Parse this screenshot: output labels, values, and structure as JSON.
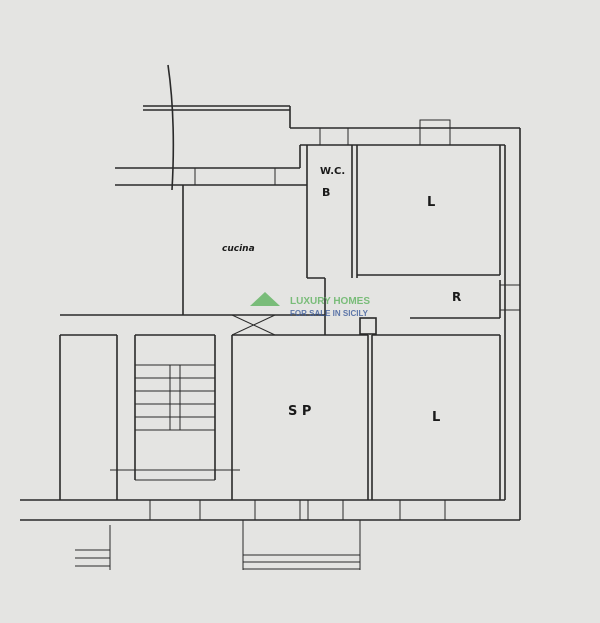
{
  "rooms": {
    "kitchen": "cucina",
    "wc_top": "W.C.",
    "bathroom": "B",
    "bedroom_top": "L",
    "storage": "R",
    "living": "S P",
    "bedroom_bottom": "L"
  },
  "watermark": {
    "brand": "LUXURY HOMES",
    "tagline": "FOR SALE IN SICILY",
    "color": "#5fb35f"
  }
}
